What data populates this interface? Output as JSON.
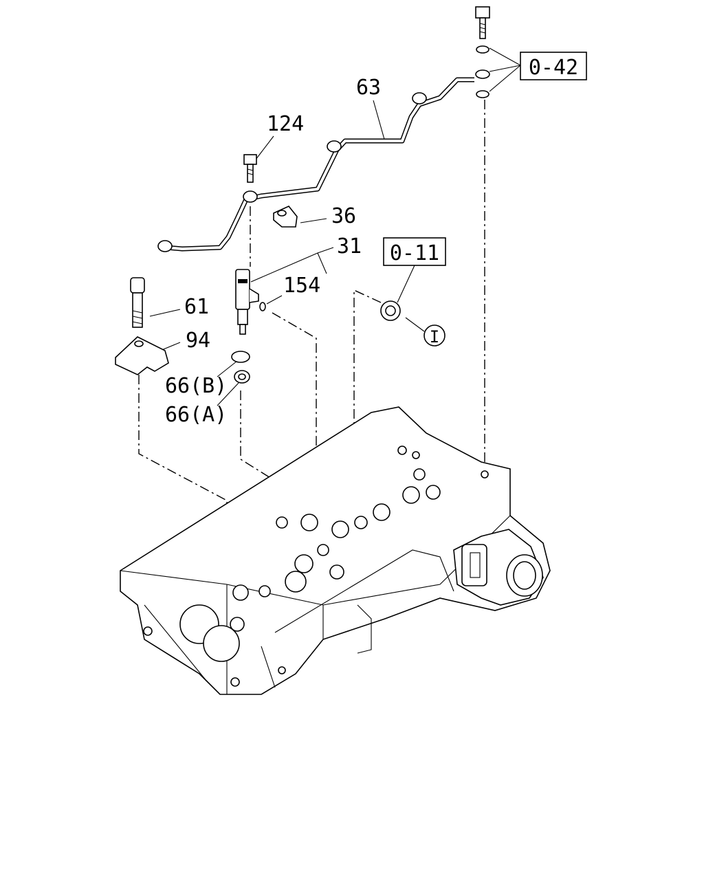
{
  "callouts": {
    "p63": "63",
    "p124": "124",
    "p36": "36",
    "p31": "31",
    "p154": "154",
    "p61": "61",
    "p94": "94",
    "p66b": "66(B)",
    "p66a": "66(A)"
  },
  "reference_boxes": {
    "ref042": "0-42",
    "ref011": "0-11"
  },
  "circle_marker": "I"
}
